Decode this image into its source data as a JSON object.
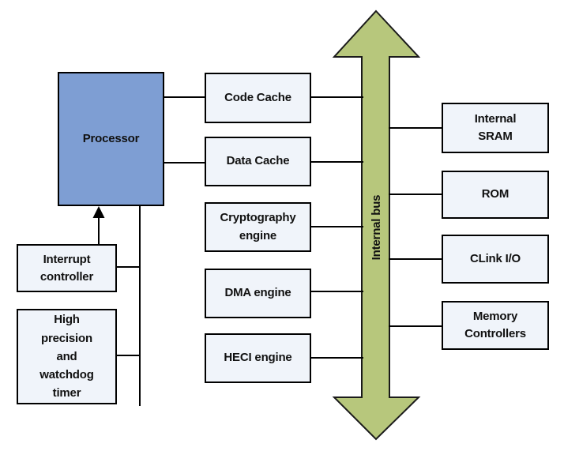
{
  "figure": {
    "type": "block-diagram",
    "bus": {
      "label": "Internal bus",
      "fill": "#b7c77c",
      "border": "#1a1a1a",
      "orientation": "vertical-double-headed-arrow"
    },
    "boxes": {
      "processor": {
        "label": "Processor",
        "fill": "#7e9ed3"
      },
      "code_cache": {
        "label": "Code Cache"
      },
      "data_cache": {
        "label": "Data Cache"
      },
      "crypto": {
        "label": "Cryptography\nengine"
      },
      "dma": {
        "label": "DMA engine"
      },
      "heci": {
        "label": "HECI engine"
      },
      "sram": {
        "label": "Internal\nSRAM"
      },
      "rom": {
        "label": "ROM"
      },
      "clink": {
        "label": "CLink I/O"
      },
      "memctl": {
        "label": "Memory\nControllers"
      },
      "interrupt": {
        "label": "Interrupt\ncontroller"
      },
      "timer": {
        "label": "High\nprecision\nand\nwatchdog\ntimer"
      }
    },
    "colors": {
      "module_fill": "#f0f4fa",
      "line": "#000000",
      "background": "#ffffff"
    }
  }
}
